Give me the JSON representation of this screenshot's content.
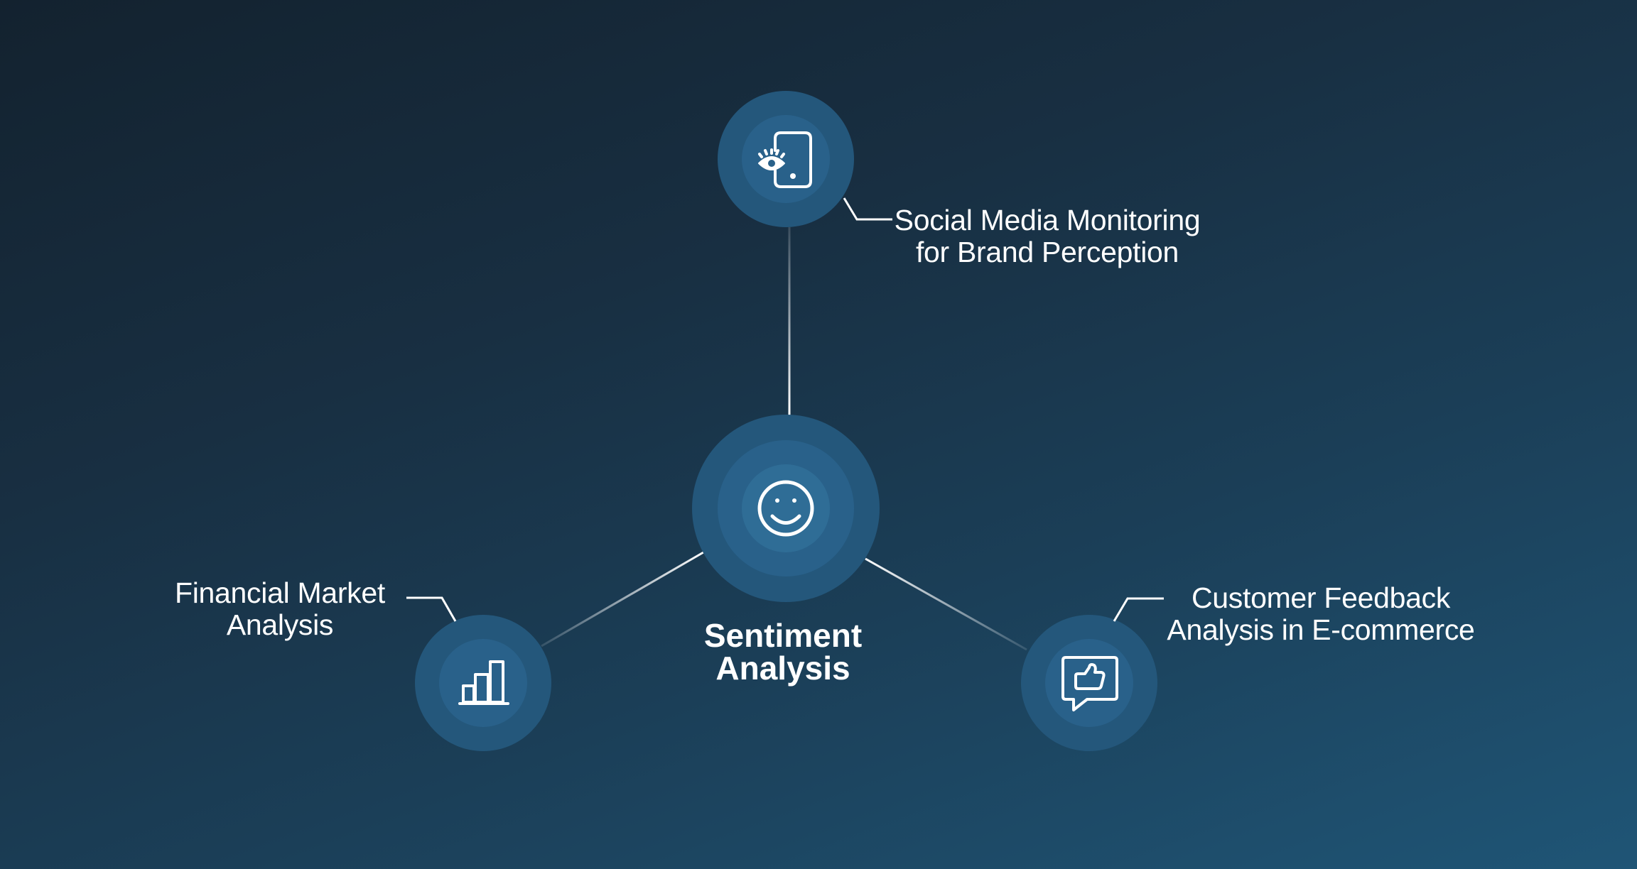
{
  "diagram": {
    "type": "hub-and-spoke",
    "center": {
      "title_lines": [
        "Sentiment",
        "Analysis"
      ],
      "icon": "smiley-face-icon"
    },
    "nodes": [
      {
        "id": "social-media",
        "label_lines": [
          "Social Media Monitoring",
          "for Brand Perception"
        ],
        "icon": "eye-phone-icon",
        "position": "top"
      },
      {
        "id": "financial-market",
        "label_lines": [
          "Financial Market",
          "Analysis"
        ],
        "icon": "bar-chart-icon",
        "position": "bottom-left"
      },
      {
        "id": "customer-feedback",
        "label_lines": [
          "Customer Feedback",
          "Analysis in E-commerce"
        ],
        "icon": "thumbs-up-chat-icon",
        "position": "bottom-right"
      }
    ]
  },
  "colors": {
    "background_start": "#13222f",
    "background_end": "#1f5576",
    "ring_outer": "#24577b",
    "ring_middle": "#29618a",
    "ring_inner": "#2f6d96",
    "line": "#ffffff",
    "text": "#ffffff"
  }
}
